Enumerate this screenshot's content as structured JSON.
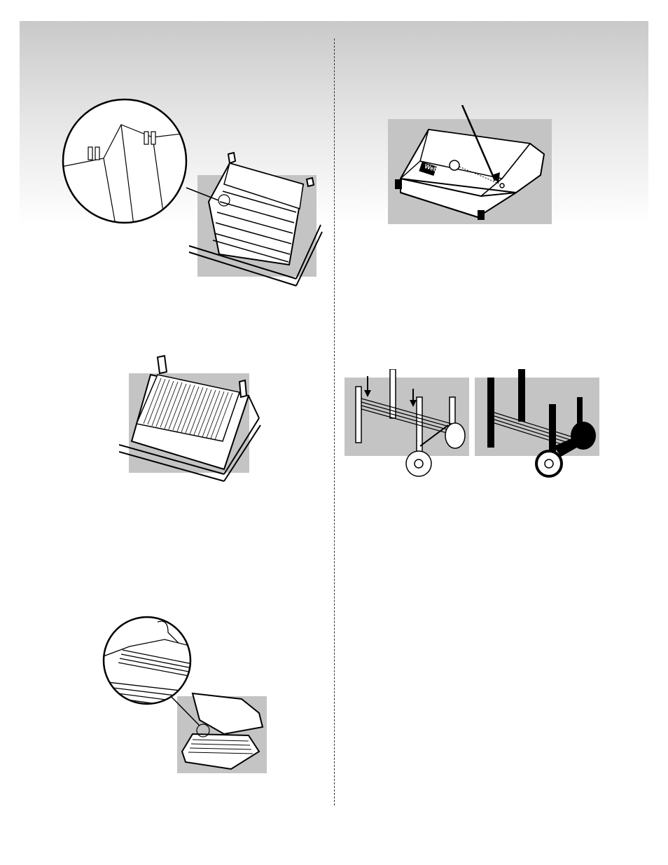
{
  "page": {
    "brand_logo_text": "Weber"
  },
  "figures": [
    {
      "id": "fig-flavorizer-bars-detail",
      "icon": "flavorizer-bars-detail-illustration"
    },
    {
      "id": "fig-lid-thermometer",
      "icon": "grill-lid-thermometer-illustration"
    },
    {
      "id": "fig-grate-installed",
      "icon": "cooking-grate-illustration"
    },
    {
      "id": "fig-cart-shelf-install",
      "icon": "cart-bottom-shelf-illustration"
    },
    {
      "id": "fig-cart-shelf-installed",
      "icon": "cart-bottom-shelf-installed-illustration"
    },
    {
      "id": "fig-warming-rack",
      "icon": "warming-rack-detail-illustration"
    }
  ]
}
